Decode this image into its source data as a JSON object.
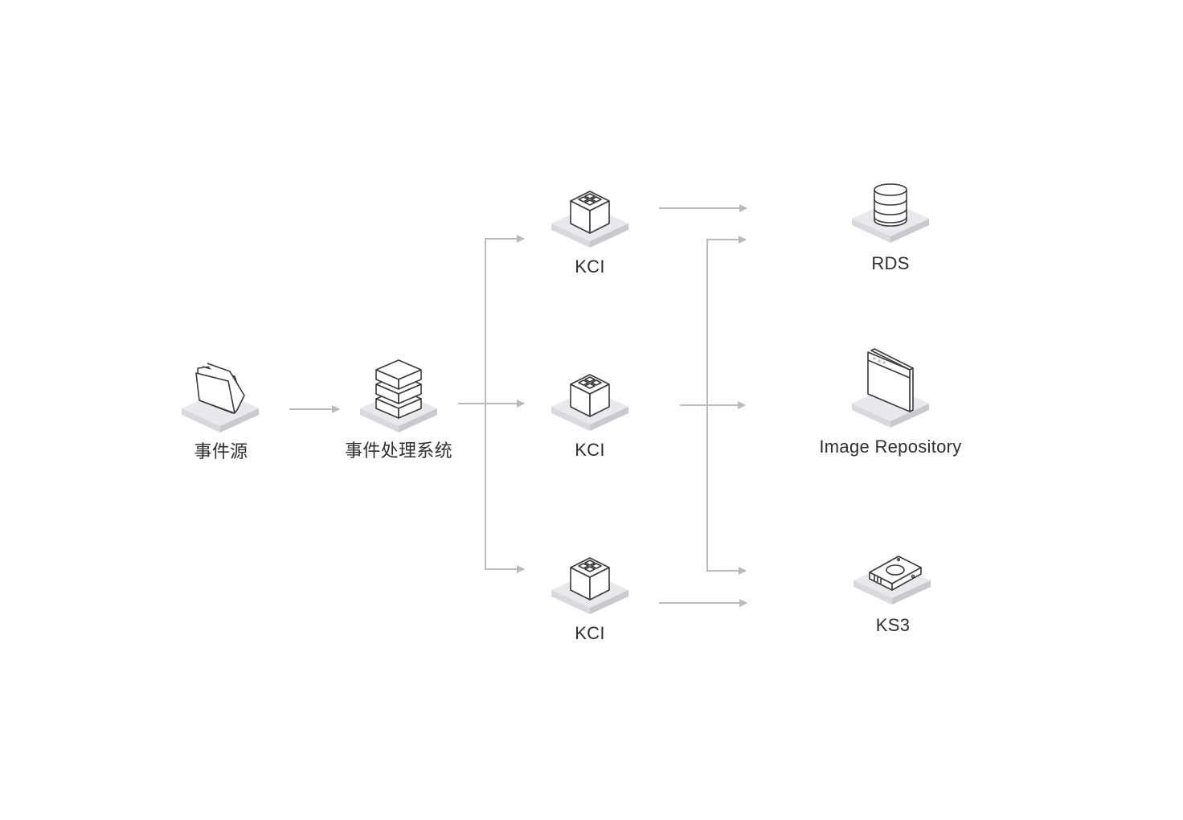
{
  "nodes": {
    "event_source": {
      "label": "事件源",
      "icon": "folder-icon"
    },
    "event_processing": {
      "label": "事件处理系统",
      "icon": "server-stack-icon"
    },
    "kci_top": {
      "label": "KCI",
      "icon": "container-cube-icon"
    },
    "kci_middle": {
      "label": "KCI",
      "icon": "container-cube-icon"
    },
    "kci_bottom": {
      "label": "KCI",
      "icon": "container-cube-icon"
    },
    "rds": {
      "label": "RDS",
      "icon": "database-icon"
    },
    "image_repository": {
      "label": "Image Repository",
      "icon": "window-icon"
    },
    "ks3": {
      "label": "KS3",
      "icon": "storage-drive-icon"
    }
  },
  "colors": {
    "arrow": "#b9b9be",
    "platform_top": "#e9e9ed",
    "platform_side": "#cfcfd4",
    "icon_stroke": "#3a3a3a",
    "label": "#2e2e33"
  }
}
